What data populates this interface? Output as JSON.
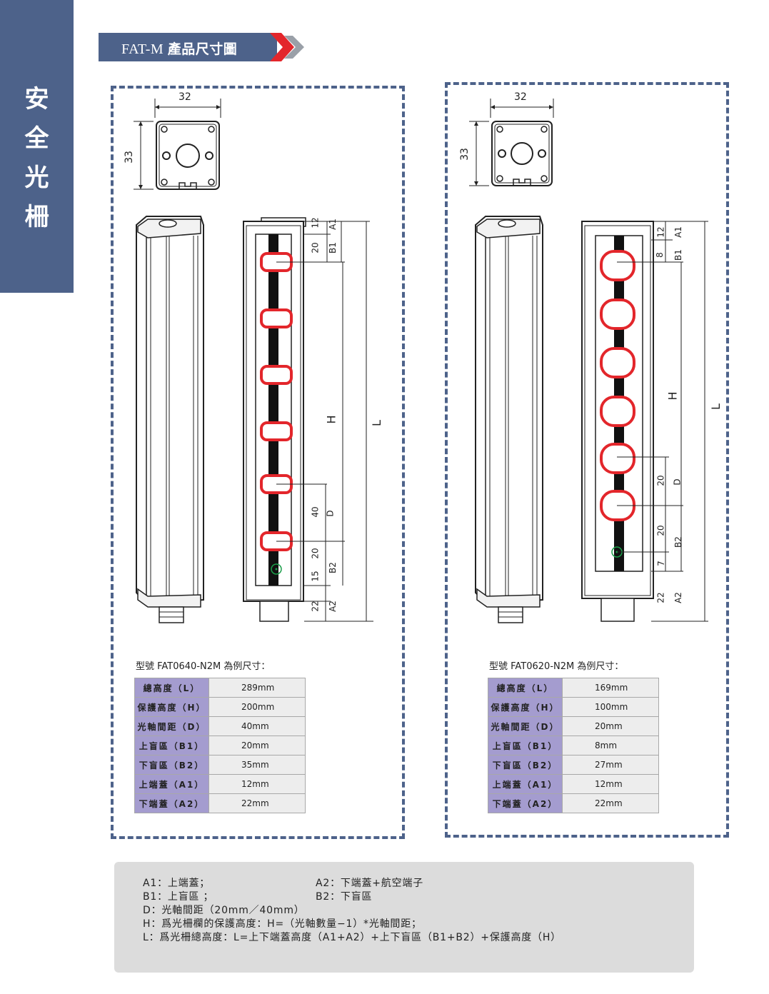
{
  "sidebar": {
    "label_chars": [
      "安",
      "全",
      "光",
      "柵"
    ]
  },
  "header": {
    "model": "FAT-M",
    "title": "產品尺寸圖"
  },
  "left_panel": {
    "top_view": {
      "width": "32",
      "height": "33"
    },
    "dims": {
      "a1": "12",
      "b1": "20",
      "d_val": "40",
      "b2_a": "20",
      "b2_b": "15",
      "a2": "22",
      "lbl_a1": "A1",
      "lbl_b1": "B1",
      "lbl_h": "H",
      "lbl_l": "L",
      "lbl_d": "D",
      "lbl_b2": "B2",
      "lbl_a2": "A2"
    },
    "caption": "型號 FAT0640-N2M 為例尺寸：",
    "rows": [
      {
        "key": "總高度（L）",
        "value": "289mm"
      },
      {
        "key": "保護高度（H）",
        "value": "200mm"
      },
      {
        "key": "光軸間距（D）",
        "value": "40mm"
      },
      {
        "key": "上盲區（B1）",
        "value": "20mm"
      },
      {
        "key": "下盲區（B2）",
        "value": "35mm"
      },
      {
        "key": "上端蓋（A1）",
        "value": "12mm"
      },
      {
        "key": "下端蓋（A2）",
        "value": "22mm"
      }
    ]
  },
  "right_panel": {
    "top_view": {
      "width": "32",
      "height": "33"
    },
    "dims": {
      "a1": "12",
      "b1": "8",
      "d_val": "20",
      "b2_a": "20",
      "b2_b": "7",
      "a2": "22",
      "lbl_a1": "A1",
      "lbl_b1": "B1",
      "lbl_h": "H",
      "lbl_l": "L",
      "lbl_d": "D",
      "lbl_b2": "B2",
      "lbl_a2": "A2"
    },
    "caption": "型號 FAT0620-N2M 為例尺寸：",
    "rows": [
      {
        "key": "總高度（L）",
        "value": "169mm"
      },
      {
        "key": "保護高度（H）",
        "value": "100mm"
      },
      {
        "key": "光軸間距（D）",
        "value": "20mm"
      },
      {
        "key": "上盲區（B1）",
        "value": "8mm"
      },
      {
        "key": "下盲區（B2）",
        "value": "27mm"
      },
      {
        "key": "上端蓋（A1）",
        "value": "12mm"
      },
      {
        "key": "下端蓋（A2）",
        "value": "22mm"
      }
    ]
  },
  "notes": {
    "a1": "A1：上端蓋；",
    "a2": "A2：下端蓋+航空端子",
    "b1": "B1：上盲區 ；",
    "b2": "B2：下盲區",
    "d": "D：光軸間距（20mm／40mm）",
    "h": "H：爲光柵欄的保護高度：H=（光軸數量−1）*光軸間距；",
    "l": "L：爲光柵總高度：L=上下端蓋高度（A1+A2）+上下盲區（B1+B2）+保護高度（H）"
  },
  "colors": {
    "brand": "#4d628a",
    "lens": "#e3262b",
    "emitter": "#1b9e4a",
    "table_key": "#a49ccf"
  }
}
